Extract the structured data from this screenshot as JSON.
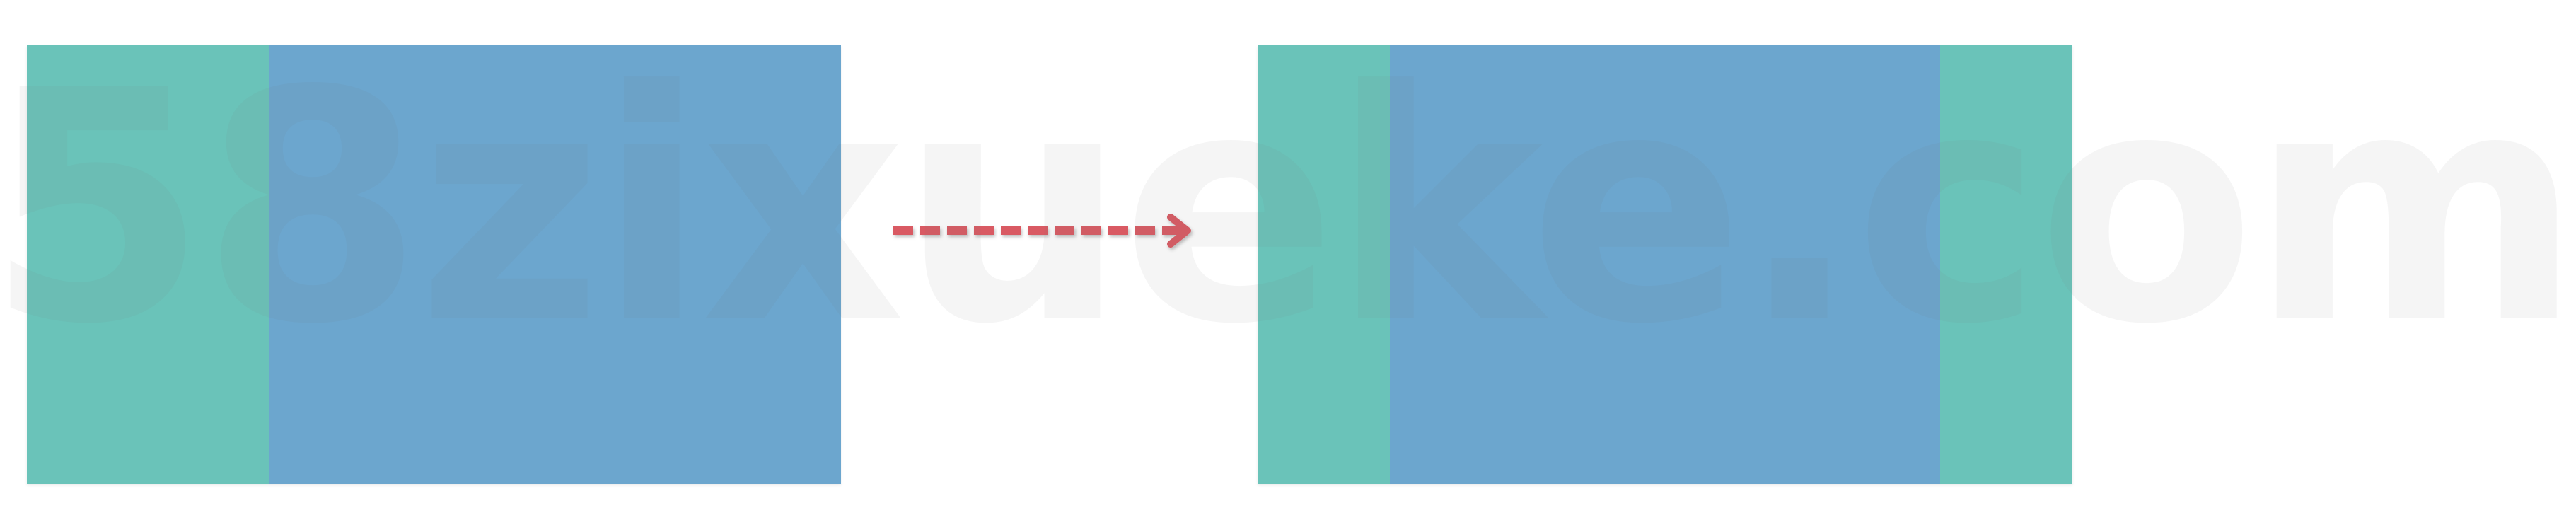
{
  "watermark": {
    "text": "58zixueke.com"
  },
  "colors": {
    "background": "#ffffff",
    "teal": "#6ac3b9",
    "blue": "#6ca6ce",
    "arrow": "#d95a63",
    "watermark": "rgba(120,120,120,0.075)"
  },
  "diagram": {
    "left_panel": {
      "regions": [
        "teal",
        "blue"
      ]
    },
    "right_panel": {
      "regions": [
        "teal",
        "blue",
        "teal"
      ]
    },
    "connector": {
      "style": "dashed-arrow",
      "direction": "left-to-right"
    }
  }
}
